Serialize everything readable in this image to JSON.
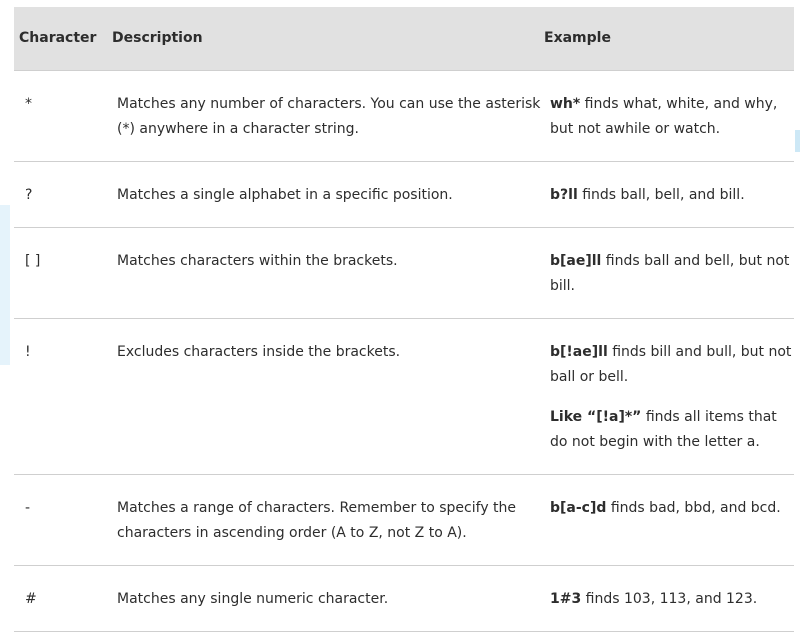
{
  "headers": {
    "character": "Character",
    "description": "Description",
    "example": "Example"
  },
  "rows": [
    {
      "char": "*",
      "desc": "Matches any number of characters. You can use the asterisk (*) anywhere in a character string.",
      "examples": [
        {
          "bold": "wh*",
          "rest": " finds what, white, and why, but not awhile or watch."
        }
      ]
    },
    {
      "char": "?",
      "desc": "Matches a single alphabet in a specific position.",
      "examples": [
        {
          "bold": "b?ll",
          "rest": " finds ball, bell, and bill."
        }
      ]
    },
    {
      "char": "[ ]",
      "desc": "Matches characters within the brackets.",
      "examples": [
        {
          "bold": "b[ae]ll",
          "rest": " finds ball and bell, but not bill."
        }
      ]
    },
    {
      "char": "!",
      "desc": "Excludes characters inside the brackets.",
      "examples": [
        {
          "bold": "b[!ae]ll",
          "rest": " finds bill and bull, but not ball or bell."
        },
        {
          "bold": "Like “[!a]*”",
          "rest": " finds all items that do not begin with the letter a."
        }
      ]
    },
    {
      "char": "-",
      "desc": "Matches a range of characters. Remember to specify the characters in ascending order (A to Z, not Z to A).",
      "examples": [
        {
          "bold": "b[a-c]d",
          "rest": " finds bad, bbd, and bcd."
        }
      ]
    },
    {
      "char": "#",
      "desc": "Matches any single numeric character.",
      "examples": [
        {
          "bold": "1#3",
          "rest": " finds 103, 113, and 123."
        }
      ]
    }
  ]
}
